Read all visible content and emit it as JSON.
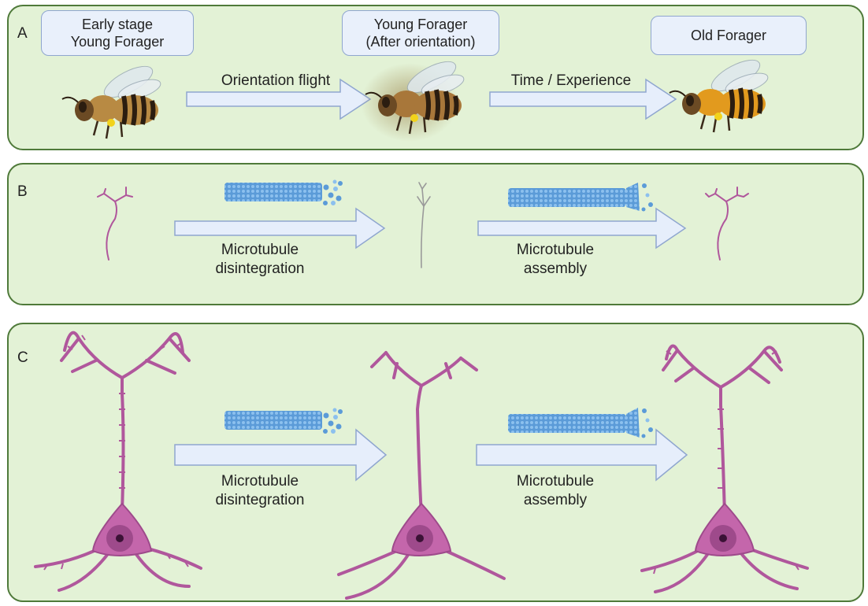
{
  "panels": {
    "a": {
      "letter": "A",
      "stages": [
        {
          "line1": "Early stage",
          "line2": "Young Forager"
        },
        {
          "line1": "Young Forager",
          "line2": "(After orientation)"
        },
        {
          "line1": "Old Forager",
          "line2": ""
        }
      ],
      "transitions": [
        "Orientation flight",
        "Time / Experience"
      ]
    },
    "b": {
      "letter": "B",
      "transitions": [
        {
          "line1": "Microtubule",
          "line2": "disintegration"
        },
        {
          "line1": "Microtubule",
          "line2": "assembly"
        }
      ]
    },
    "c": {
      "letter": "C",
      "transitions": [
        {
          "line1": "Microtubule",
          "line2": "disintegration"
        },
        {
          "line1": "Microtubule",
          "line2": "assembly"
        }
      ]
    }
  },
  "colors": {
    "panel_fill": "#e3f2d6",
    "panel_border": "#4f7a3a",
    "arrow_fill": "#e6eefb",
    "arrow_stroke": "#8fa6cf",
    "microtubule": "#5b9bd8",
    "neuron": "#b0579c",
    "bee_young": "#b88a43",
    "bee_old": "#e29a1e"
  }
}
